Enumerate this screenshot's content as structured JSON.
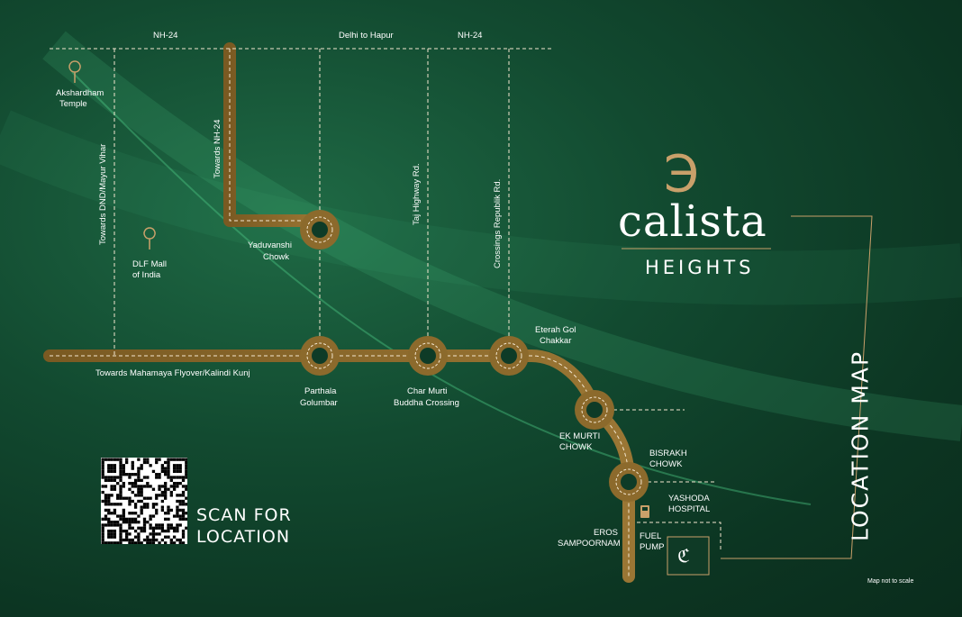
{
  "brand": {
    "name": "calista",
    "sub": "HEIGHTS"
  },
  "title": "LOCATION MAP",
  "scan": {
    "line1": "SCAN FOR",
    "line2": "LOCATION"
  },
  "note": "Map not to scale",
  "roads": {
    "nh24_left": "NH-24",
    "delhi_hapur": "Delhi to Hapur",
    "nh24_right": "NH-24",
    "dnd": "Towards DND/Mayur Vihar",
    "towards_nh24": "Towards NH-24",
    "taj": "Taj Highway Rd.",
    "crossings": "Crossings Republik Rd.",
    "mahamaya": "Towards Mahamaya Flyover/Kalindi Kunj"
  },
  "places": {
    "akshardham1": "Akshardham",
    "akshardham2": "Temple",
    "dlf1": "DLF Mall",
    "dlf2": "of India",
    "yaduvanshi1": "Yaduvanshi",
    "yaduvanshi2": "Chowk",
    "parthala1": "Parthala",
    "parthala2": "Golumbar",
    "charmurti1": "Char Murti",
    "charmurti2": "Buddha Crossing",
    "eterah1": "Eterah Gol",
    "eterah2": "Chakkar",
    "ekmurti1": "EK MURTI",
    "ekmurti2": "CHOWK",
    "bisrakh1": "BISRAKH",
    "bisrakh2": "CHOWK",
    "yashoda1": "YASHODA",
    "yashoda2": "HOSPITAL",
    "eros1": "EROS",
    "eros2": "SAMPOORNAM",
    "fuel1": "FUEL",
    "fuel2": "PUMP"
  },
  "colors": {
    "road": "#8c6a2c",
    "gold": "#c9a06a"
  }
}
